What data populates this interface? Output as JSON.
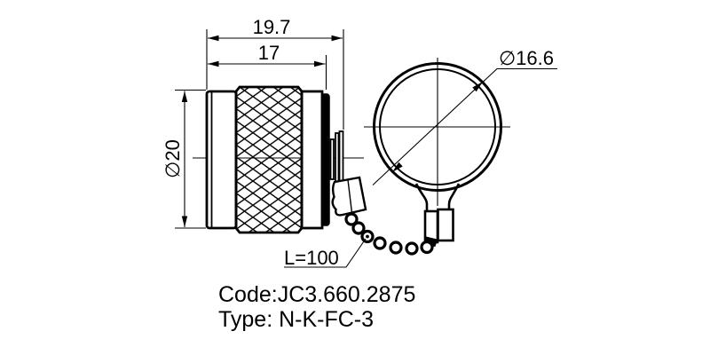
{
  "drawing": {
    "front_view": {
      "dim_overall_length": "19.7",
      "dim_body_length": "17",
      "dim_body_diameter": "∅20"
    },
    "side_view": {
      "dim_ring_diameter": "∅16.6"
    },
    "chain": {
      "dim_chain_length": "L=100"
    },
    "labels": {
      "code": "Code:JC3.660.2875",
      "type": "Type: N-K-FC-3"
    },
    "colors": {
      "line": "#000000",
      "background": "#ffffff"
    }
  }
}
